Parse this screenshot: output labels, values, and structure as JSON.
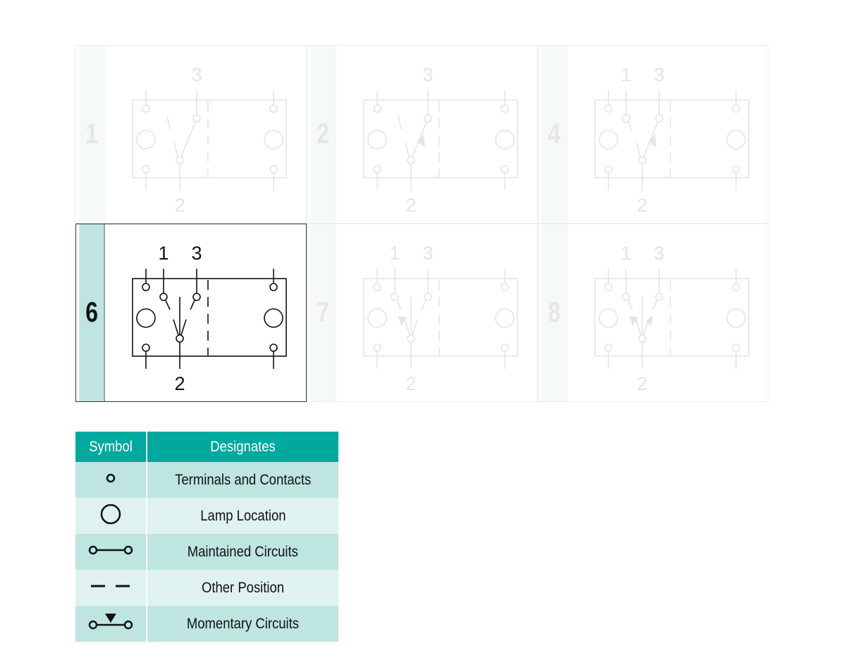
{
  "diagrams": [
    {
      "number": "1",
      "top_labels": [
        "3"
      ],
      "bottom_label": "2",
      "throw": "right",
      "momentary": [],
      "selected": false
    },
    {
      "number": "2",
      "top_labels": [
        "3"
      ],
      "bottom_label": "2",
      "throw": "right",
      "momentary": [
        "right"
      ],
      "selected": false
    },
    {
      "number": "4",
      "top_labels": [
        "1",
        "3"
      ],
      "bottom_label": "2",
      "throw": "right",
      "momentary": [
        "right"
      ],
      "selected": false
    },
    {
      "number": "6",
      "top_labels": [
        "1",
        "3"
      ],
      "bottom_label": "2",
      "throw": "center",
      "momentary": [],
      "selected": true
    },
    {
      "number": "7",
      "top_labels": [
        "1",
        "3"
      ],
      "bottom_label": "2",
      "throw": "center",
      "momentary": [
        "left"
      ],
      "selected": false
    },
    {
      "number": "8",
      "top_labels": [
        "1",
        "3"
      ],
      "bottom_label": "2",
      "throw": "center",
      "momentary": [
        "left",
        "right"
      ],
      "selected": false
    }
  ],
  "legend": {
    "header": {
      "symbol": "Symbol",
      "designates": "Designates"
    },
    "rows": [
      {
        "icon": "terminal-icon",
        "label": "Terminals and Contacts"
      },
      {
        "icon": "lamp-icon",
        "label": "Lamp Location"
      },
      {
        "icon": "maintained-circuit-icon",
        "label": "Maintained Circuits"
      },
      {
        "icon": "other-position-icon",
        "label": "Other Position"
      },
      {
        "icon": "momentary-circuit-icon",
        "label": "Momentary Circuits"
      }
    ]
  },
  "colors": {
    "header": "#00a99d",
    "row_dark": "#bfe5e1",
    "row_light": "#e0f2f0",
    "selected_tab": "#bfe5e1"
  }
}
